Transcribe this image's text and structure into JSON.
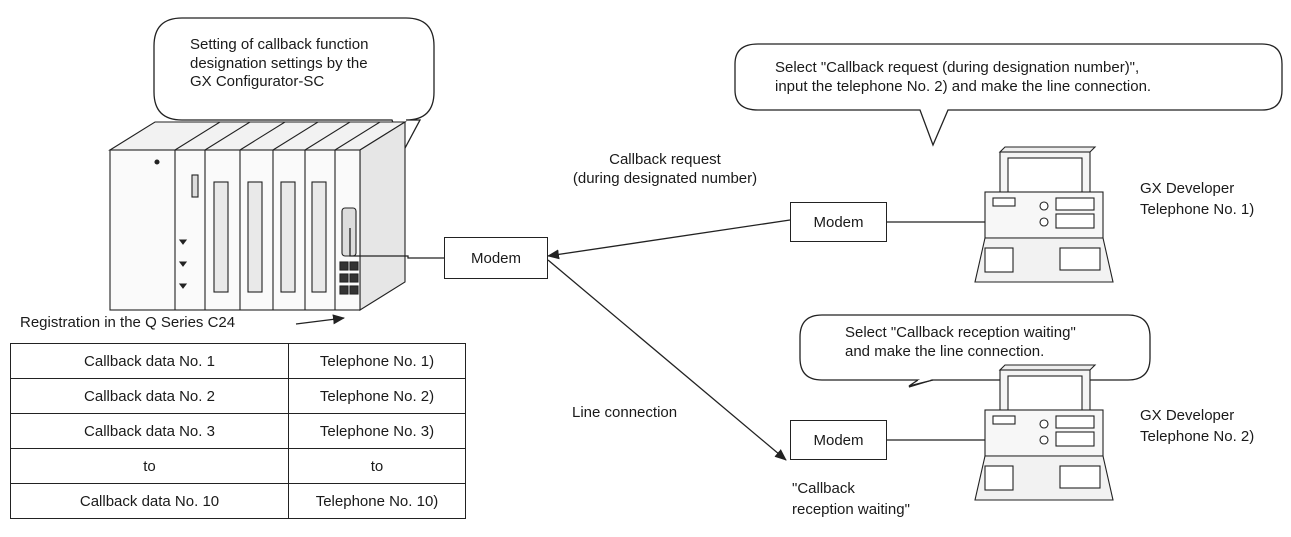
{
  "plc": {
    "bubble_lines": [
      "Setting of callback function",
      "designation settings by the",
      "GX Configurator-SC"
    ],
    "registration_label": "Registration in the Q Series C24"
  },
  "registration_table": {
    "rows": [
      [
        "Callback data No. 1",
        "Telephone No. 1)"
      ],
      [
        "Callback data No. 2",
        "Telephone No. 2)"
      ],
      [
        "Callback data No. 3",
        "Telephone No. 3)"
      ],
      [
        "to",
        "to"
      ],
      [
        "Callback data No. 10",
        "Telephone No. 10)"
      ]
    ]
  },
  "center_modem": {
    "label": "Modem"
  },
  "callback_request": {
    "lines": [
      "Callback request",
      "(during designated number)"
    ]
  },
  "line_connection": {
    "label": "Line connection"
  },
  "pc_top": {
    "bubble_lines": [
      "Select \"Callback request (during designation number)\",",
      "input the telephone No. 2)  and make the line connection."
    ],
    "modem_label": "Modem",
    "name_lines": [
      "GX Developer",
      "Telephone No. 1)"
    ]
  },
  "pc_bottom": {
    "bubble_lines": [
      "Select \"Callback reception waiting\"",
      "and make the line connection."
    ],
    "modem_label": "Modem",
    "name_lines": [
      "GX Developer",
      "Telephone No. 2)"
    ],
    "status_lines": [
      "\"Callback",
      "reception waiting\""
    ]
  }
}
